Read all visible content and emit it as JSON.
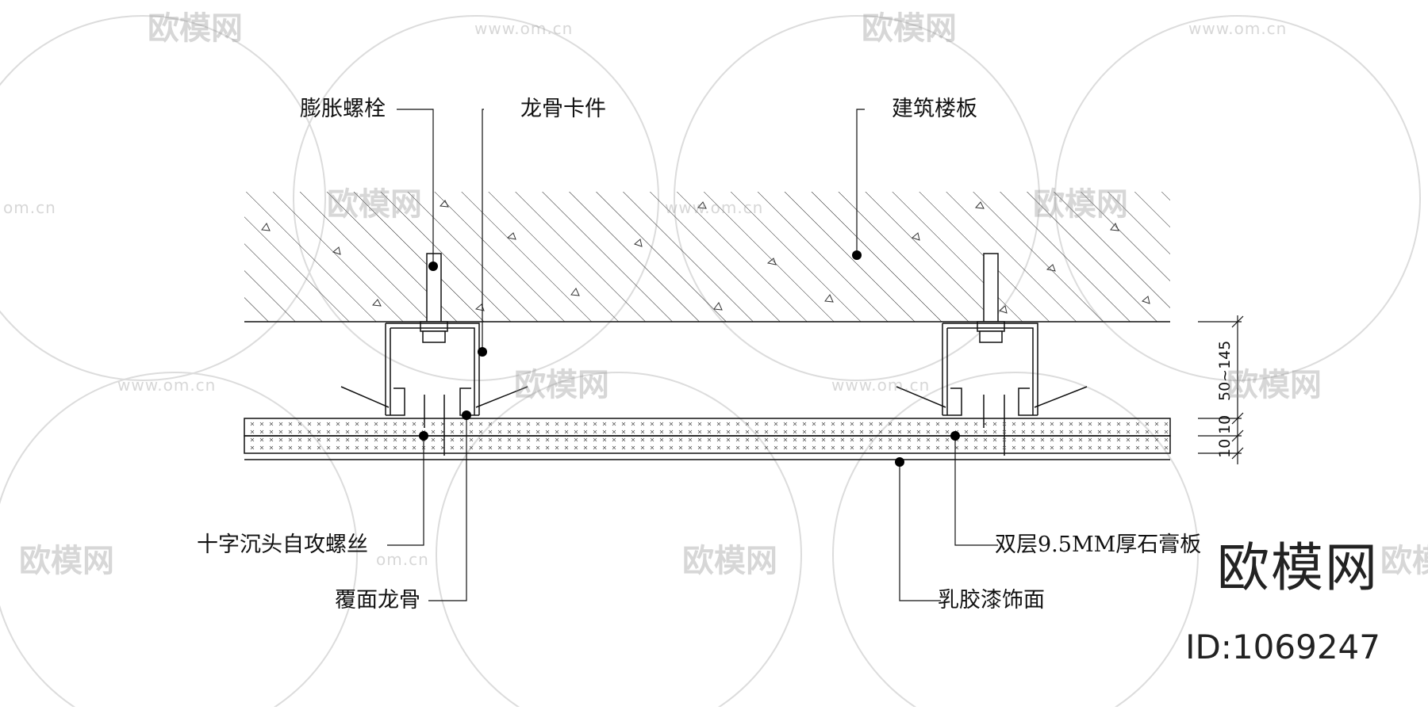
{
  "labels": {
    "expansion_bolt": "膨胀螺栓",
    "keel_clip": "龙骨卡件",
    "building_slab": "建筑楼板",
    "self_tapping_screw": "十字沉头自攻螺丝",
    "cover_keel": "覆面龙骨",
    "gypsum_board": "双层9.5MM厚石膏板",
    "latex_paint": "乳胶漆饰面"
  },
  "dimensions": {
    "hanger_range": "50~145",
    "board_1": "10",
    "board_2": "10"
  },
  "watermark": {
    "brand": "欧模网",
    "id": "ID:1069247",
    "url": "www.om.cn",
    "url_short": "om.cn"
  },
  "colors": {
    "line": "#111111",
    "watermark": "#9a9a9a"
  }
}
